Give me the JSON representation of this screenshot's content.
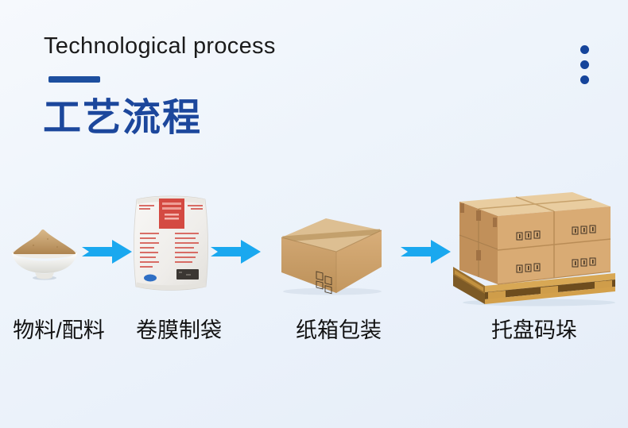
{
  "header": {
    "title_en": "Technological process",
    "title_zh": "工艺流程",
    "decoration": "blue-dash-underline"
  },
  "menu": {
    "icon": "vertical-dots-icon",
    "dot_count": 3
  },
  "flow": {
    "connector_icon": "right-arrow-icon",
    "steps": [
      {
        "label": "物料/配料",
        "image": "powder-bowl-icon"
      },
      {
        "label": "卷膜制袋",
        "image": "film-bag-icon"
      },
      {
        "label": "纸箱包装",
        "image": "carton-box-icon"
      },
      {
        "label": "托盘码垛",
        "image": "pallet-stack-icon"
      }
    ]
  },
  "colors": {
    "accent_dark_blue": "#1c479c",
    "divider_blue": "#1d4f9f",
    "arrow_blue": "#1aa8ef",
    "label_text": "#121212",
    "background_top": "#f6f9fd",
    "background_bottom": "#e5edf8"
  }
}
